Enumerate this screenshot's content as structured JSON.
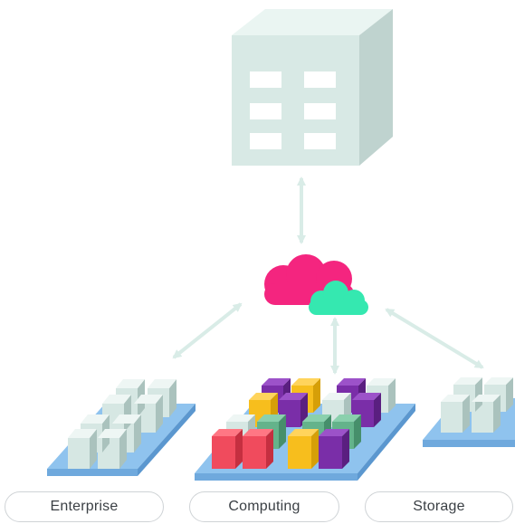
{
  "labels": {
    "enterprise": "Enterprise",
    "computing": "Computing",
    "storage": "Storage"
  },
  "colors": {
    "building": "#d8e9e5",
    "cloud_primary": "#f4257f",
    "cloud_secondary": "#35e8b0",
    "arrow": "#d9ece7",
    "platform": "#8fc3ee",
    "server_light": "#d6e7e3",
    "server_red": "#f04b5d",
    "server_yellow": "#f7be1d",
    "server_purple": "#7a2ea8",
    "server_green": "#64b38b"
  },
  "icons": {
    "datacenter": "building-icon",
    "network": "cloud-icon",
    "enterprise": "enterprise-server-cluster-icon",
    "computing": "compute-server-cluster-icon",
    "storage": "storage-server-cluster-icon"
  }
}
